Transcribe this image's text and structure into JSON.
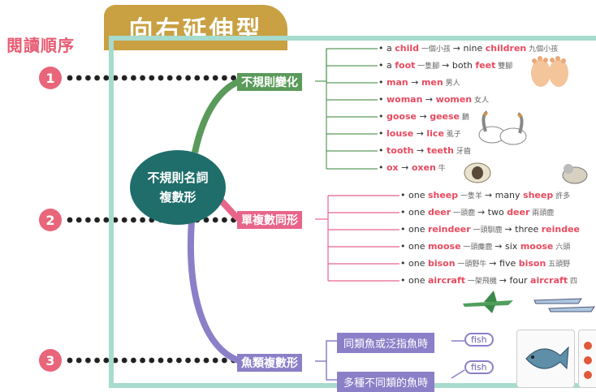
{
  "title": "向右延伸型",
  "reading_order_label": "閱讀順序",
  "center": {
    "line1": "不規則名詞",
    "line2": "複數形"
  },
  "steps": [
    "1",
    "2",
    "3"
  ],
  "branches": [
    {
      "label": "不規則變化",
      "color": "#5a9a5a"
    },
    {
      "label": "單複數同形",
      "color": "#e8658a"
    },
    {
      "label": "魚類複數形",
      "color": "#8b7fc8"
    }
  ],
  "irregular_rows": [
    {
      "pre": "a ",
      "w1": "child",
      "z1": " 一個小孩 ",
      "arrow": "→ nine ",
      "w2": "children",
      "z2": " 九個小孩"
    },
    {
      "pre": "a ",
      "w1": "foot",
      "z1": " 一隻腳 ",
      "arrow": "→ both ",
      "w2": "feet",
      "z2": " 雙腳"
    },
    {
      "pre": "",
      "w1": "man",
      "z1": "",
      "arrow": " → ",
      "w2": "men",
      "z2": " 男人"
    },
    {
      "pre": "",
      "w1": "woman",
      "z1": "",
      "arrow": " → ",
      "w2": "women",
      "z2": " 女人"
    },
    {
      "pre": "",
      "w1": "goose",
      "z1": "",
      "arrow": " → ",
      "w2": "geese",
      "z2": " 鵝"
    },
    {
      "pre": "",
      "w1": "louse",
      "z1": "",
      "arrow": " → ",
      "w2": "lice",
      "z2": " 虱子"
    },
    {
      "pre": "",
      "w1": "tooth",
      "z1": "",
      "arrow": " → ",
      "w2": "teeth",
      "z2": " 牙齒"
    },
    {
      "pre": "",
      "w1": "ox",
      "z1": "",
      "arrow": " → ",
      "w2": "oxen",
      "z2": " 牛"
    }
  ],
  "same_rows": [
    {
      "pre": "one ",
      "w1": "sheep",
      "z1": " 一隻羊 ",
      "arrow": "→ many ",
      "w2": "sheep",
      "z2": " 許多"
    },
    {
      "pre": "one ",
      "w1": "deer",
      "z1": " 一頭鹿 ",
      "arrow": "→ two ",
      "w2": "deer",
      "z2": " 兩頭鹿"
    },
    {
      "pre": "one ",
      "w1": "reindeer",
      "z1": " 一頭馴鹿 ",
      "arrow": "→ three ",
      "w2": "reindee",
      "z2": ""
    },
    {
      "pre": "one ",
      "w1": "moose",
      "z1": " 一頭麋鹿 ",
      "arrow": "→ six ",
      "w2": "moose",
      "z2": " 六頭"
    },
    {
      "pre": "one ",
      "w1": "bison",
      "z1": " 一頭野牛 ",
      "arrow": "→ five ",
      "w2": "bison",
      "z2": " 五頭野"
    },
    {
      "pre": "one ",
      "w1": "aircraft",
      "z1": " 一架飛機 ",
      "arrow": "→ four ",
      "w2": "aircraft",
      "z2": " 四"
    }
  ],
  "fish_rows": [
    {
      "label": "同類魚或泛指魚時",
      "tag": "fish"
    },
    {
      "label": "多種不同類的魚時",
      "tag": "fish"
    }
  ]
}
